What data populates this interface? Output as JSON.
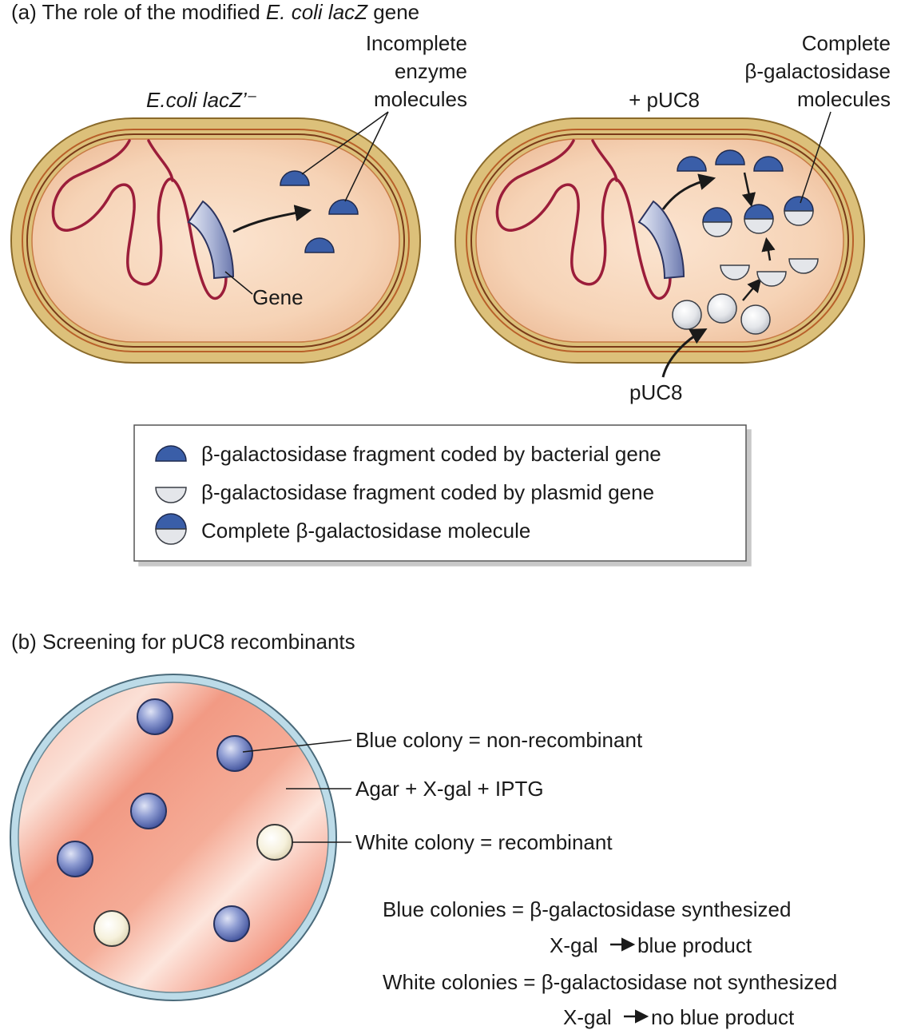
{
  "part_a": {
    "title_prefix": "(a) The role of the modified ",
    "title_species": "E. coli lacZ",
    "title_suffix": " gene",
    "left_cell_label": "E.coli lacZ’⁻",
    "incomplete_label": [
      "Incomplete",
      "enzyme",
      "molecules"
    ],
    "gene_label": "Gene",
    "right_cell_label": "+ pUC8",
    "complete_label": [
      "Complete",
      "β-galactosidase",
      "molecules"
    ],
    "puc8_label": "pUC8"
  },
  "legend": {
    "bacterial": "β-galactosidase fragment coded by bacterial gene",
    "plasmid": "β-galactosidase fragment coded by plasmid gene",
    "complete": "Complete β-galactosidase molecule"
  },
  "part_b": {
    "title": "(b) Screening for pUC8 recombinants",
    "blue_colony": "Blue colony = non-recombinant",
    "agar": "Agar + X-gal + IPTG",
    "white_colony": "White colony = recombinant",
    "blue_colonies_line": "Blue colonies = β-galactosidase synthesized",
    "blue_product_prefix": "X-gal",
    "blue_product_suffix": "blue product",
    "white_colonies_line": "White colonies = β-galactosidase not synthesized",
    "white_product_prefix": "X-gal",
    "white_product_suffix": "no blue product"
  },
  "colors": {
    "fragment_blue": "#3a5ea8",
    "fragment_white": "#e4e6ea",
    "dna": "#9b1d3a",
    "cell_wall": "#dcc07a",
    "cytoplasm": "#f7d8bf",
    "agar": "#f3a18c",
    "dish_rim": "#bcdbe8"
  }
}
